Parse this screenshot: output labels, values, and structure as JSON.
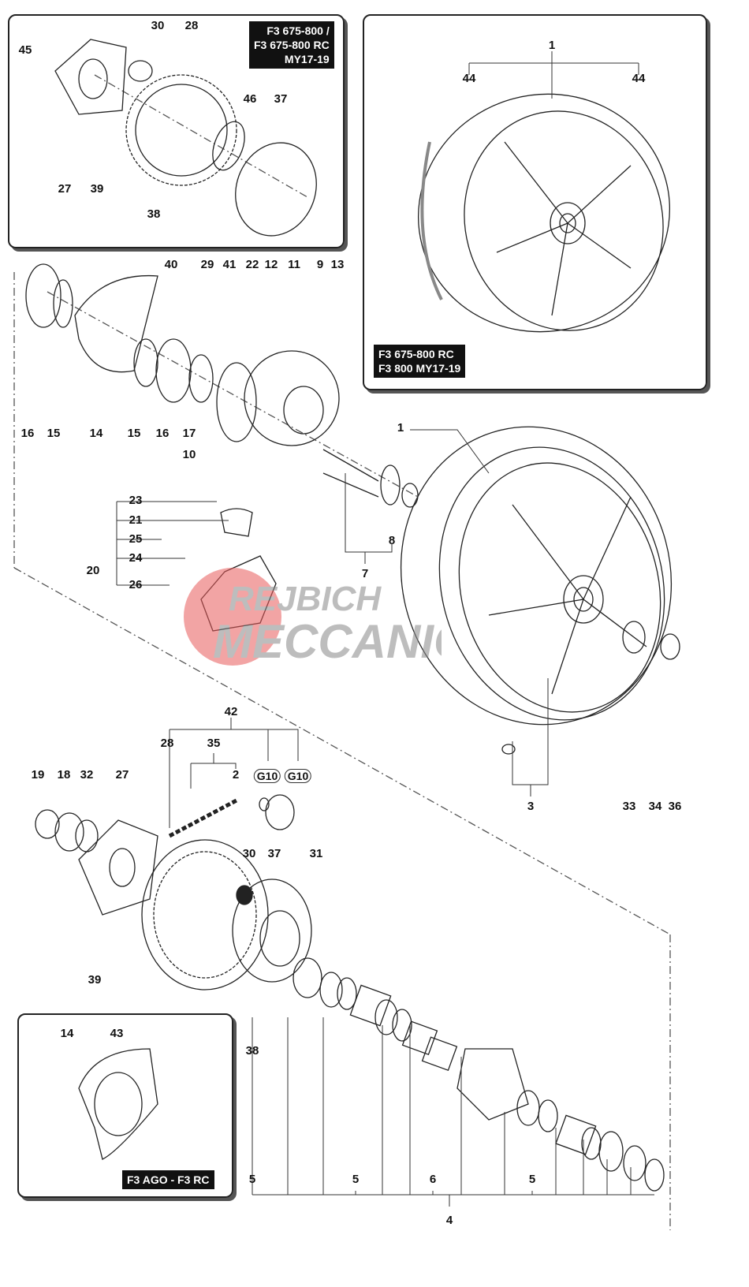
{
  "variant_tags": {
    "top_left": [
      "F3 675-800 /",
      "F3 675-800 RC",
      "MY17-19"
    ],
    "top_right": [
      "F3 675-800 RC",
      "F3 800 MY17-19"
    ],
    "bottom_left": "F3 AGO - F3 RC"
  },
  "watermark": {
    "line1": "REJBICH",
    "line2": "MECCANICA",
    "color": "#e85a5a"
  },
  "callouts": [
    "45",
    "30",
    "28",
    "46",
    "37",
    "27",
    "39",
    "38",
    "1",
    "44",
    "44",
    "40",
    "29",
    "41",
    "22",
    "12",
    "11",
    "9",
    "13",
    "16",
    "15",
    "14",
    "15",
    "16",
    "17",
    "10",
    "1",
    "23",
    "21",
    "25",
    "24",
    "20",
    "26",
    "8",
    "7",
    "33",
    "34",
    "36",
    "3",
    "42",
    "28",
    "35",
    "2",
    "G10",
    "G10",
    "19",
    "18",
    "32",
    "27",
    "30",
    "37",
    "31",
    "39",
    "38",
    "14",
    "43",
    "5",
    "5",
    "6",
    "5",
    "4"
  ]
}
